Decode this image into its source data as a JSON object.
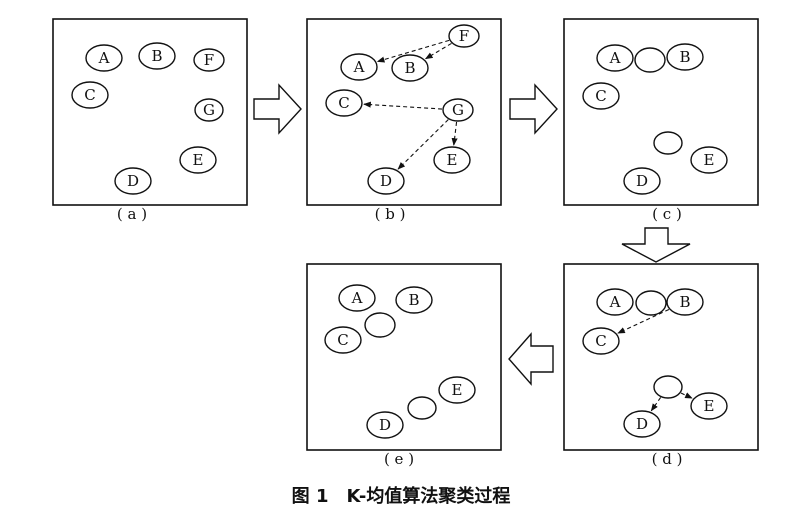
{
  "caption": "图 1　K-均值算法聚类过程",
  "panels": [
    {
      "id": "a",
      "label": "( a )",
      "nodes": [
        {
          "key": "A",
          "label": "A"
        },
        {
          "key": "B",
          "label": "B"
        },
        {
          "key": "F",
          "label": "F"
        },
        {
          "key": "C",
          "label": "C"
        },
        {
          "key": "G",
          "label": "G"
        },
        {
          "key": "E",
          "label": "E"
        },
        {
          "key": "D",
          "label": "D"
        }
      ]
    },
    {
      "id": "b",
      "label": "( b )",
      "nodes": [
        {
          "key": "F",
          "label": "F"
        },
        {
          "key": "A",
          "label": "A"
        },
        {
          "key": "B",
          "label": "B"
        },
        {
          "key": "C",
          "label": "C"
        },
        {
          "key": "G",
          "label": "G"
        },
        {
          "key": "E",
          "label": "E"
        },
        {
          "key": "D",
          "label": "D"
        }
      ],
      "edges": [
        {
          "from": "F",
          "to": "A"
        },
        {
          "from": "F",
          "to": "B"
        },
        {
          "from": "G",
          "to": "C"
        },
        {
          "from": "G",
          "to": "D"
        },
        {
          "from": "G",
          "to": "E"
        }
      ]
    },
    {
      "id": "c",
      "label": "( c )",
      "nodes": [
        {
          "key": "A",
          "label": "A"
        },
        {
          "key": "m1",
          "label": ""
        },
        {
          "key": "B",
          "label": "B"
        },
        {
          "key": "C",
          "label": "C"
        },
        {
          "key": "m2",
          "label": ""
        },
        {
          "key": "E",
          "label": "E"
        },
        {
          "key": "D",
          "label": "D"
        }
      ]
    },
    {
      "id": "d",
      "label": "( d )",
      "nodes": [
        {
          "key": "A",
          "label": "A"
        },
        {
          "key": "m1",
          "label": ""
        },
        {
          "key": "B",
          "label": "B"
        },
        {
          "key": "C",
          "label": "C"
        },
        {
          "key": "m2",
          "label": ""
        },
        {
          "key": "E",
          "label": "E"
        },
        {
          "key": "D",
          "label": "D"
        }
      ],
      "edges": [
        {
          "from": "B",
          "to": "C"
        },
        {
          "from": "m2",
          "to": "E"
        },
        {
          "from": "m2",
          "to": "D"
        }
      ]
    },
    {
      "id": "e",
      "label": "( e )",
      "nodes": [
        {
          "key": "A",
          "label": "A"
        },
        {
          "key": "B",
          "label": "B"
        },
        {
          "key": "m1",
          "label": ""
        },
        {
          "key": "C",
          "label": "C"
        },
        {
          "key": "E",
          "label": "E"
        },
        {
          "key": "m2",
          "label": ""
        },
        {
          "key": "D",
          "label": "D"
        }
      ]
    }
  ]
}
